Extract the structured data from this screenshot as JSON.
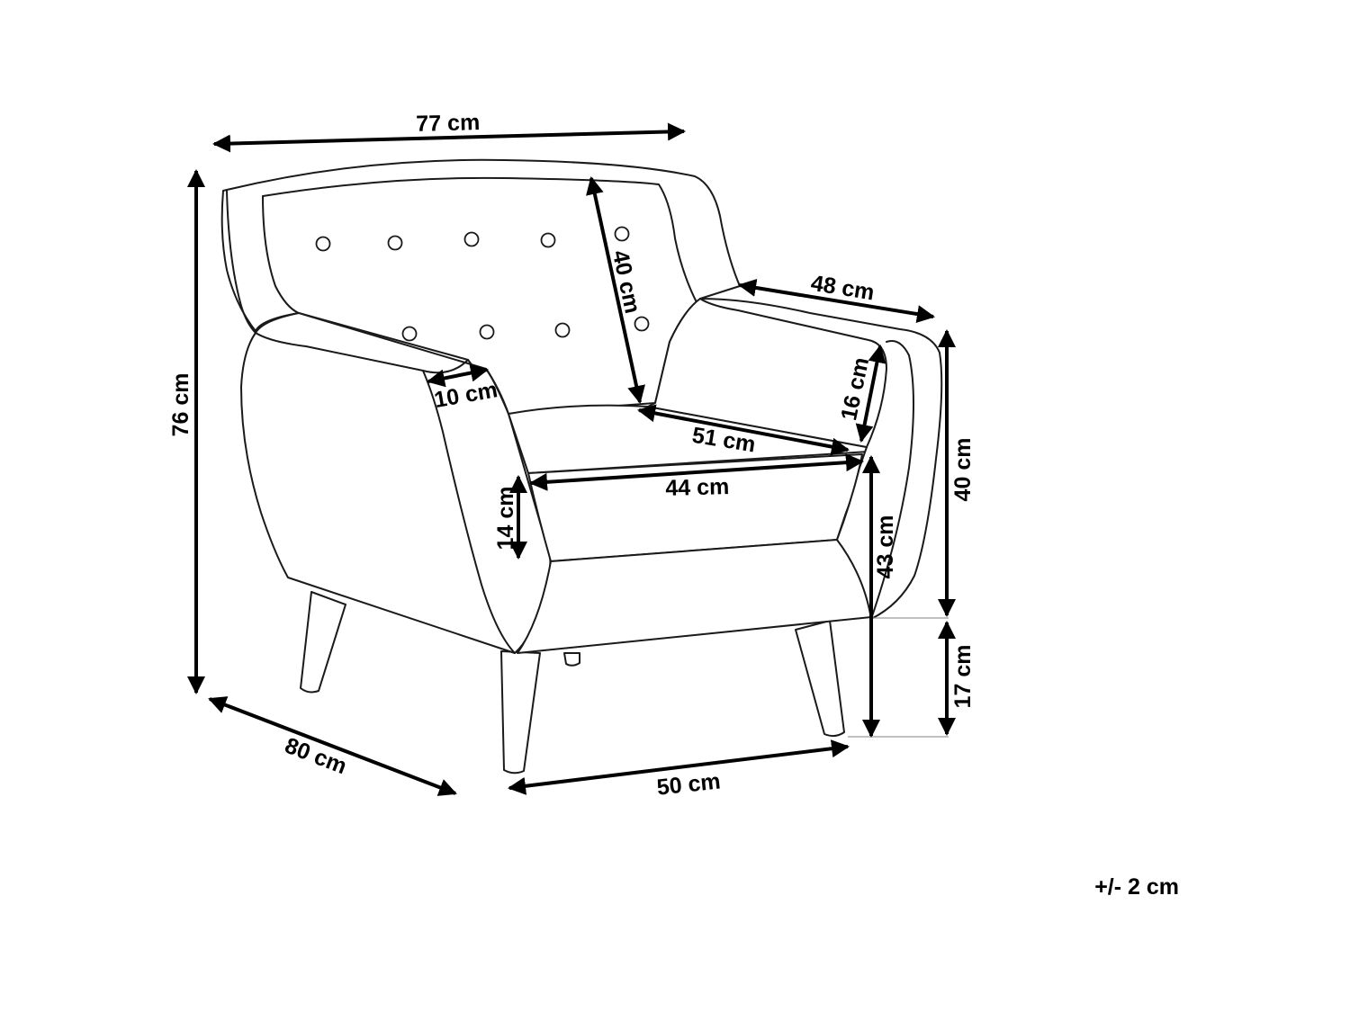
{
  "dimensions": {
    "overall_width": "77 cm",
    "overall_height": "76 cm",
    "overall_depth": "80 cm",
    "backrest_height": "40 cm",
    "armrest_depth": "48 cm",
    "armrest_width": "10 cm",
    "armrest_height": "16 cm",
    "seat_depth": "51 cm",
    "seat_width": "44 cm",
    "seat_cushion_height": "14 cm",
    "seat_height": "43 cm",
    "arm_height_from_base": "40 cm",
    "leg_height": "17 cm",
    "leg_span": "50 cm"
  },
  "tolerance": "+/- 2 cm"
}
